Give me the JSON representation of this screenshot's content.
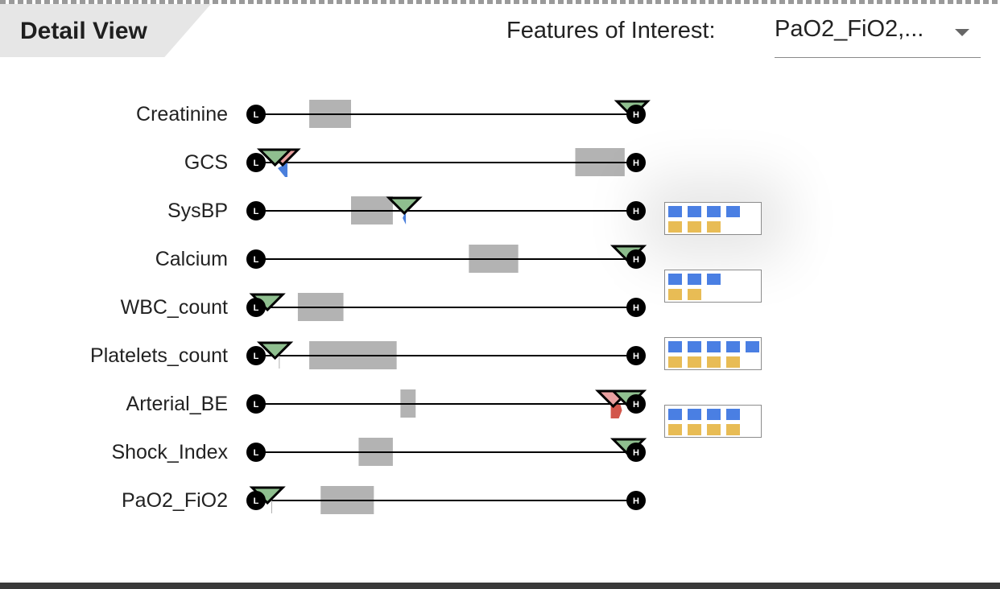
{
  "panel": {
    "title": "Detail View",
    "features_label": "Features of Interest:",
    "features_value": "PaO2_FiO2,...",
    "low_marker": "L",
    "high_marker": "H"
  },
  "colors": {
    "track_line": "#000000",
    "range_box": "#b3b3b3",
    "triangle_green": "#8fbf8f",
    "triangle_pink": "#e8a0a0",
    "pointer_blue": "#4a7fdc",
    "pointer_red": "#d2564b",
    "square_blue": "#4a7fe3",
    "square_yellow": "#e8bc55"
  },
  "features": [
    {
      "name": "Creatinine",
      "range": [
        0.14,
        0.25
      ],
      "triangles": [
        {
          "pos": 0.99,
          "color": "green"
        }
      ]
    },
    {
      "name": "GCS",
      "range": [
        0.84,
        0.97
      ],
      "triangles": [
        {
          "pos": 0.07,
          "color": "pink"
        },
        {
          "pos": 0.05,
          "color": "green"
        }
      ],
      "pointer": {
        "pos": 0.07,
        "color": "blue",
        "shape": "flag"
      }
    },
    {
      "name": "SysBP",
      "range": [
        0.25,
        0.36
      ],
      "triangles": [
        {
          "pos": 0.39,
          "color": "green"
        }
      ],
      "pointer": {
        "pos": 0.39,
        "color": "blue",
        "shape": "sliver"
      }
    },
    {
      "name": "Calcium",
      "range": [
        0.56,
        0.69
      ],
      "triangles": [
        {
          "pos": 0.98,
          "color": "green"
        }
      ]
    },
    {
      "name": "WBC_count",
      "range": [
        0.11,
        0.23
      ],
      "triangles": [
        {
          "pos": 0.03,
          "color": "green"
        }
      ]
    },
    {
      "name": "Platelets_count",
      "range": [
        0.14,
        0.37
      ],
      "triangles": [
        {
          "pos": 0.05,
          "color": "green"
        }
      ],
      "pointer": {
        "pos": 0.04,
        "color": "gray",
        "shape": "tick"
      }
    },
    {
      "name": "Arterial_BE",
      "range": [
        0.38,
        0.42
      ],
      "triangles": [
        {
          "pos": 0.94,
          "color": "pink"
        },
        {
          "pos": 0.98,
          "color": "green"
        }
      ],
      "pointer": {
        "pos": 0.98,
        "color": "red",
        "shape": "pentagon"
      }
    },
    {
      "name": "Shock_Index",
      "range": [
        0.27,
        0.36
      ],
      "triangles": [
        {
          "pos": 0.98,
          "color": "green"
        }
      ]
    },
    {
      "name": "PaO2_FiO2",
      "range": [
        0.17,
        0.31
      ],
      "triangles": [
        {
          "pos": 0.03,
          "color": "green"
        }
      ],
      "pointer": {
        "pos": 0.02,
        "color": "gray",
        "shape": "tick"
      }
    }
  ],
  "glyph_boxes": [
    {
      "row": 2,
      "blue": 4,
      "yellow": 3,
      "highlighted": true
    },
    {
      "row": 3.4,
      "blue": 3,
      "yellow": 2,
      "highlighted": false
    },
    {
      "row": 4.8,
      "blue": 5,
      "yellow": 4,
      "highlighted": false
    },
    {
      "row": 6.2,
      "blue": 4,
      "yellow": 4,
      "highlighted": false
    }
  ]
}
